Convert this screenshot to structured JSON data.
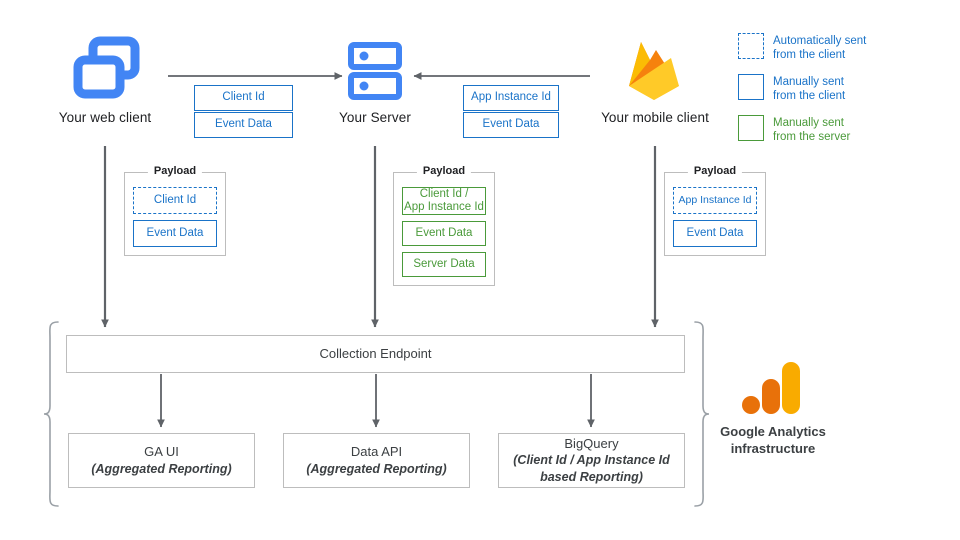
{
  "diagram": {
    "title": "Google Analytics data collection architecture",
    "colors": {
      "blue_icon": "#4285F4",
      "blue_stroke": "#1a73c8",
      "green_stroke": "#4a9a3a",
      "grey_stroke": "#bdbdbd",
      "arrow_grey": "#5f6368",
      "ga_orange_dark": "#E8710A",
      "ga_orange_mid": "#E8710A",
      "ga_orange_light": "#F9AB00",
      "firebase_yellow": "#FFCA28",
      "firebase_amber": "#F6820D"
    }
  },
  "nodes": {
    "web_client": {
      "label": "Your web client",
      "icon": "browser-windows-icon"
    },
    "server": {
      "label": "Your Server",
      "icon": "server-rack-icon"
    },
    "mobile_client": {
      "label": "Your mobile client",
      "icon": "firebase-flame-icon"
    }
  },
  "transport_chips": {
    "web_to_server": [
      {
        "label": "Client Id",
        "style": "solid-blue"
      },
      {
        "label": "Event Data",
        "style": "solid-blue"
      }
    ],
    "mobile_to_server": [
      {
        "label": "App Instance Id",
        "style": "solid-blue"
      },
      {
        "label": "Event Data",
        "style": "solid-blue"
      }
    ]
  },
  "payloads": {
    "web": {
      "legend": "Payload",
      "items": [
        {
          "label": "Client Id",
          "style": "dashed-blue"
        },
        {
          "label": "Event Data",
          "style": "solid-blue"
        }
      ]
    },
    "server": {
      "legend": "Payload",
      "items": [
        {
          "label": "Client Id /\nApp Instance Id",
          "line1": "Client Id /",
          "line2": "App Instance Id",
          "style": "solid-green"
        },
        {
          "label": "Event Data",
          "style": "solid-green"
        },
        {
          "label": "Server Data",
          "style": "solid-green"
        }
      ]
    },
    "mobile": {
      "legend": "Payload",
      "items": [
        {
          "label": "App Instance Id",
          "style": "dashed-blue"
        },
        {
          "label": "Event Data",
          "style": "solid-blue"
        }
      ]
    }
  },
  "legend": {
    "items": [
      {
        "swatch": "dashed-blue",
        "line1": "Automatically sent",
        "line2": "from the client",
        "color": "#1a73c8"
      },
      {
        "swatch": "solid-blue",
        "line1": "Manually sent",
        "line2": "from the client",
        "color": "#1a73c8"
      },
      {
        "swatch": "solid-green",
        "line1": "Manually sent",
        "line2": "from the server",
        "color": "#4a9a3a"
      }
    ]
  },
  "infrastructure": {
    "collection_endpoint": {
      "label": "Collection Endpoint"
    },
    "outputs": [
      {
        "title": "GA UI",
        "sub_line1": "(Aggregated Reporting)",
        "sub_line2": ""
      },
      {
        "title": "Data API",
        "sub_line1": "(Aggregated Reporting)",
        "sub_line2": ""
      },
      {
        "title": "BigQuery",
        "sub_line1": "(Client Id / App Instance Id",
        "sub_line2": "based Reporting)"
      }
    ],
    "caption_line1": "Google Analytics",
    "caption_line2": "infrastructure",
    "logo": "google-analytics-logo"
  }
}
